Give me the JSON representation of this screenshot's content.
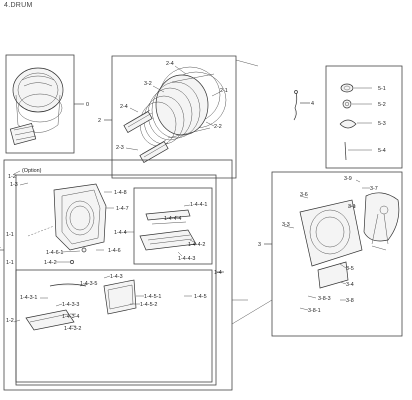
{
  "title": "4.DRUM",
  "callouts": {
    "c0": "0",
    "c1": "1",
    "c2": "2",
    "c3": "3",
    "c4": "4",
    "c2_4a": "2-4",
    "c2_4b": "2-4",
    "c3_2": "3-2",
    "c2_1": "2-1",
    "c2_2": "2-2",
    "c2_3": "2-3",
    "c5_1": "5-1",
    "c5_2": "5-2",
    "c5_3": "5-3",
    "c5_4": "5-4",
    "option": "(Option)",
    "c1_2": "1-2",
    "c1_3": "1-3",
    "c1_4_8": "1-4-8",
    "c1_4_7": "1-4-7",
    "c1_4_4": "1-4-4",
    "c1_4_4_1": "1-4-4-1",
    "c1_4_4_4": "1-4-4-4",
    "c1_4_4_2": "1-4-4-2",
    "c1_4_4_3": "1-4-4-3",
    "c1_4_6": "1-4-6",
    "c1_4_6_1": "1-4-6-1",
    "c1_4_2": "1-4-2",
    "c1_1a": "1-1",
    "c1_1b": "1-1",
    "c1_4": "1-4",
    "c1_4_3": "1-4-3",
    "c1_4_3_5": "1-4-3-5",
    "c1_4_3_1": "1-4-3-1",
    "c1_4_3_3": "1-4-3-3",
    "c1_4_3_4": "1-4-3-4",
    "c1_4_3_2": "1-4-3-2",
    "c1_4_5": "1-4-5",
    "c1_4_5_1": "1-4-5-1",
    "c1_4_5_2": "1-4-5-2",
    "c1_2b": "1-2",
    "c3_9": "3-9",
    "c3_7": "3-7",
    "c3_6": "3-6",
    "c3_1": "3-1",
    "c3_3": "3-3",
    "c3_5": "3-5",
    "c3_4": "3-4",
    "c3_8_3": "3-8-3",
    "c3_8_1": "3-8-1",
    "c3_8": "3-8"
  }
}
